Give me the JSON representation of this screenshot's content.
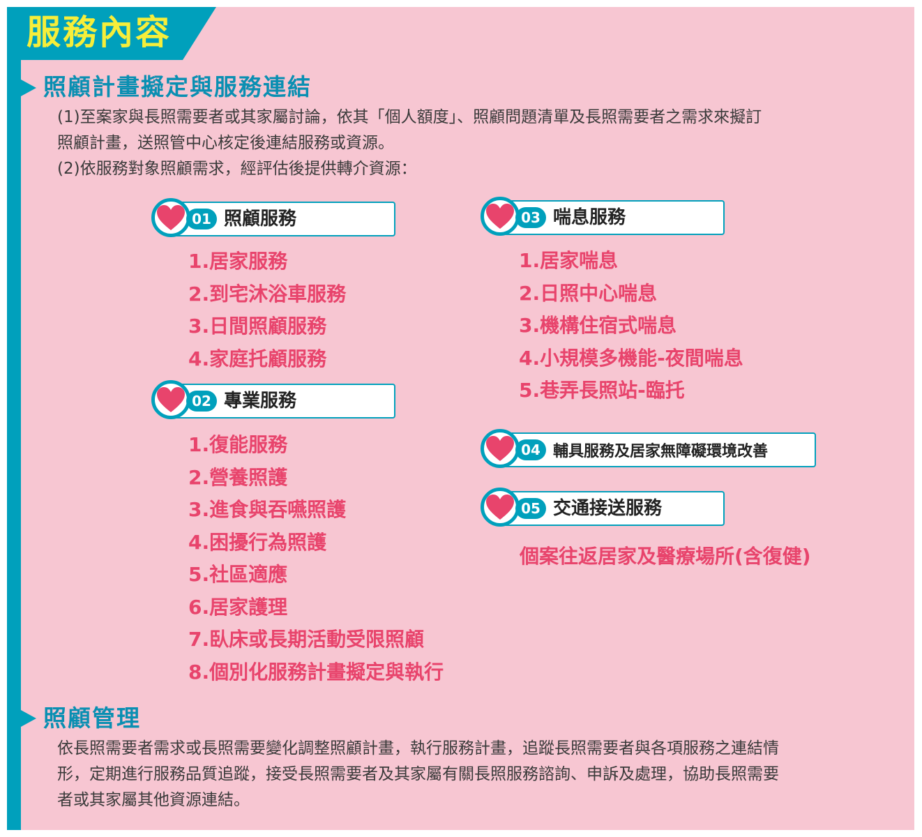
{
  "title": "服務內容",
  "sections": {
    "plan": {
      "heading": "照顧計畫擬定與服務連結",
      "lines": [
        "(1)至案家與長照需要者或其家屬討論，依其「個人額度」、照顧問題清單及長照需要者之需求來擬訂",
        "照顧計畫，送照管中心核定後連結服務或資源。",
        "(2)依服務對象照顧需求，經評估後提供轉介資源："
      ]
    },
    "management": {
      "heading": "照顧管理",
      "lines": [
        "依長照需要者需求或長照需要變化調整照顧計畫，執行服務計畫，追蹤長照需要者與各項服務之連結情",
        "形，定期進行服務品質追蹤，接受長照需要者及其家屬有關長照服務諮詢、申訴及處理，協助長照需要",
        "者或其家屬其他資源連結。"
      ]
    }
  },
  "services": [
    {
      "num": "01",
      "label": "照顧服務",
      "items": [
        "1.居家服務",
        "2.到宅沐浴車服務",
        "3.日間照顧服務",
        "4.家庭托顧服務"
      ]
    },
    {
      "num": "02",
      "label": "專業服務",
      "items": [
        "1.復能服務",
        "2.營養照護",
        "3.進食與吞嚥照護",
        "4.困擾行為照護",
        "5.社區適應",
        "6.居家護理",
        "7.臥床或長期活動受限照顧",
        "8.個別化服務計畫擬定與執行"
      ]
    },
    {
      "num": "03",
      "label": "喘息服務",
      "items": [
        "1.居家喘息",
        "2.日照中心喘息",
        "3.機構住宿式喘息",
        "4.小規模多機能-夜間喘息",
        "5.巷弄長照站-臨托"
      ]
    },
    {
      "num": "04",
      "label": "輔具服務及居家無障礙環境改善",
      "items": []
    },
    {
      "num": "05",
      "label": "交通接送服務",
      "items": [],
      "note": "個案往返居家及醫療場所(含復健)"
    }
  ],
  "colors": {
    "background": "#f7c6d2",
    "accent": "#00a0bc",
    "title_text": "#f6ee3a",
    "heading": "#0a8fb2",
    "item_text": "#e8446c",
    "heart": "#e8446c"
  },
  "icons": {
    "badge": "heart-icon",
    "section_marker": "triangle-arrow-icon"
  }
}
